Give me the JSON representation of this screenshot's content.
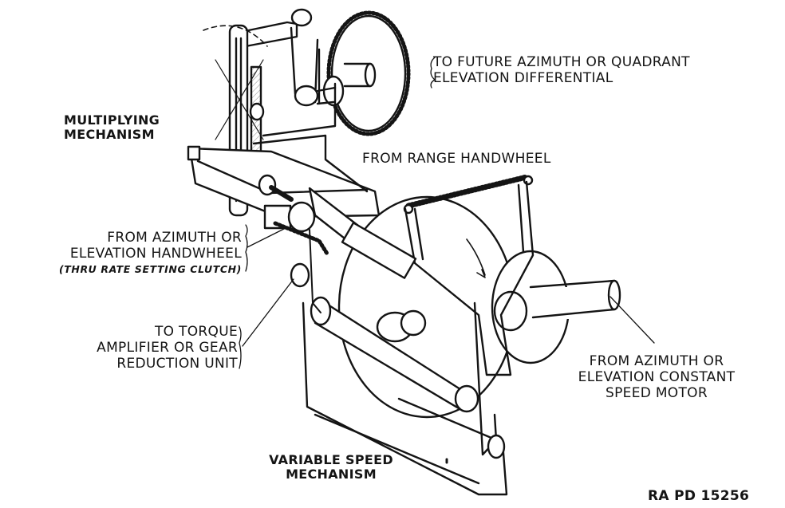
{
  "labels": {
    "future_diff": [
      "TO FUTURE AZIMUTH OR QUADRANT",
      "ELEVATION DIFFERENTIAL"
    ],
    "multiplying": [
      "MULTIPLYING",
      "MECHANISM"
    ],
    "range_handwheel": "FROM RANGE HANDWHEEL",
    "az_handwheel": [
      "FROM AZIMUTH OR",
      "ELEVATION HANDWHEEL",
      "(THRU RATE SETTING CLUTCH)"
    ],
    "torque": [
      "TO TORQUE",
      "AMPLIFIER OR GEAR",
      "REDUCTION UNIT"
    ],
    "motor": [
      "FROM AZIMUTH OR",
      "ELEVATION CONSTANT",
      "SPEED MOTOR"
    ],
    "variable_speed": [
      "VARIABLE SPEED",
      "MECHANISM"
    ],
    "plate_id": "RA PD 15256"
  },
  "colors": {
    "ink": "#141414",
    "paper": "#ffffff",
    "shade": "#cfcfcf"
  }
}
